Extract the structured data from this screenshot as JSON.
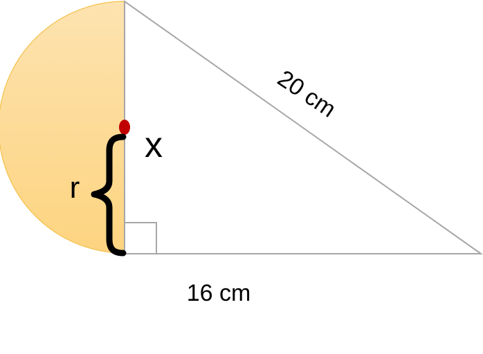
{
  "labels": {
    "hypotenuse": "20 cm",
    "base": "16 cm",
    "point": "x",
    "radius": "r"
  },
  "colors": {
    "semicircle_fill_top": "#fde3b0",
    "semicircle_fill_bottom": "#fdd480",
    "semicircle_stroke": "#f4c04a",
    "triangle_stroke": "#a6a6a6",
    "point_marker": "#c00000",
    "brace": "#000000"
  }
}
